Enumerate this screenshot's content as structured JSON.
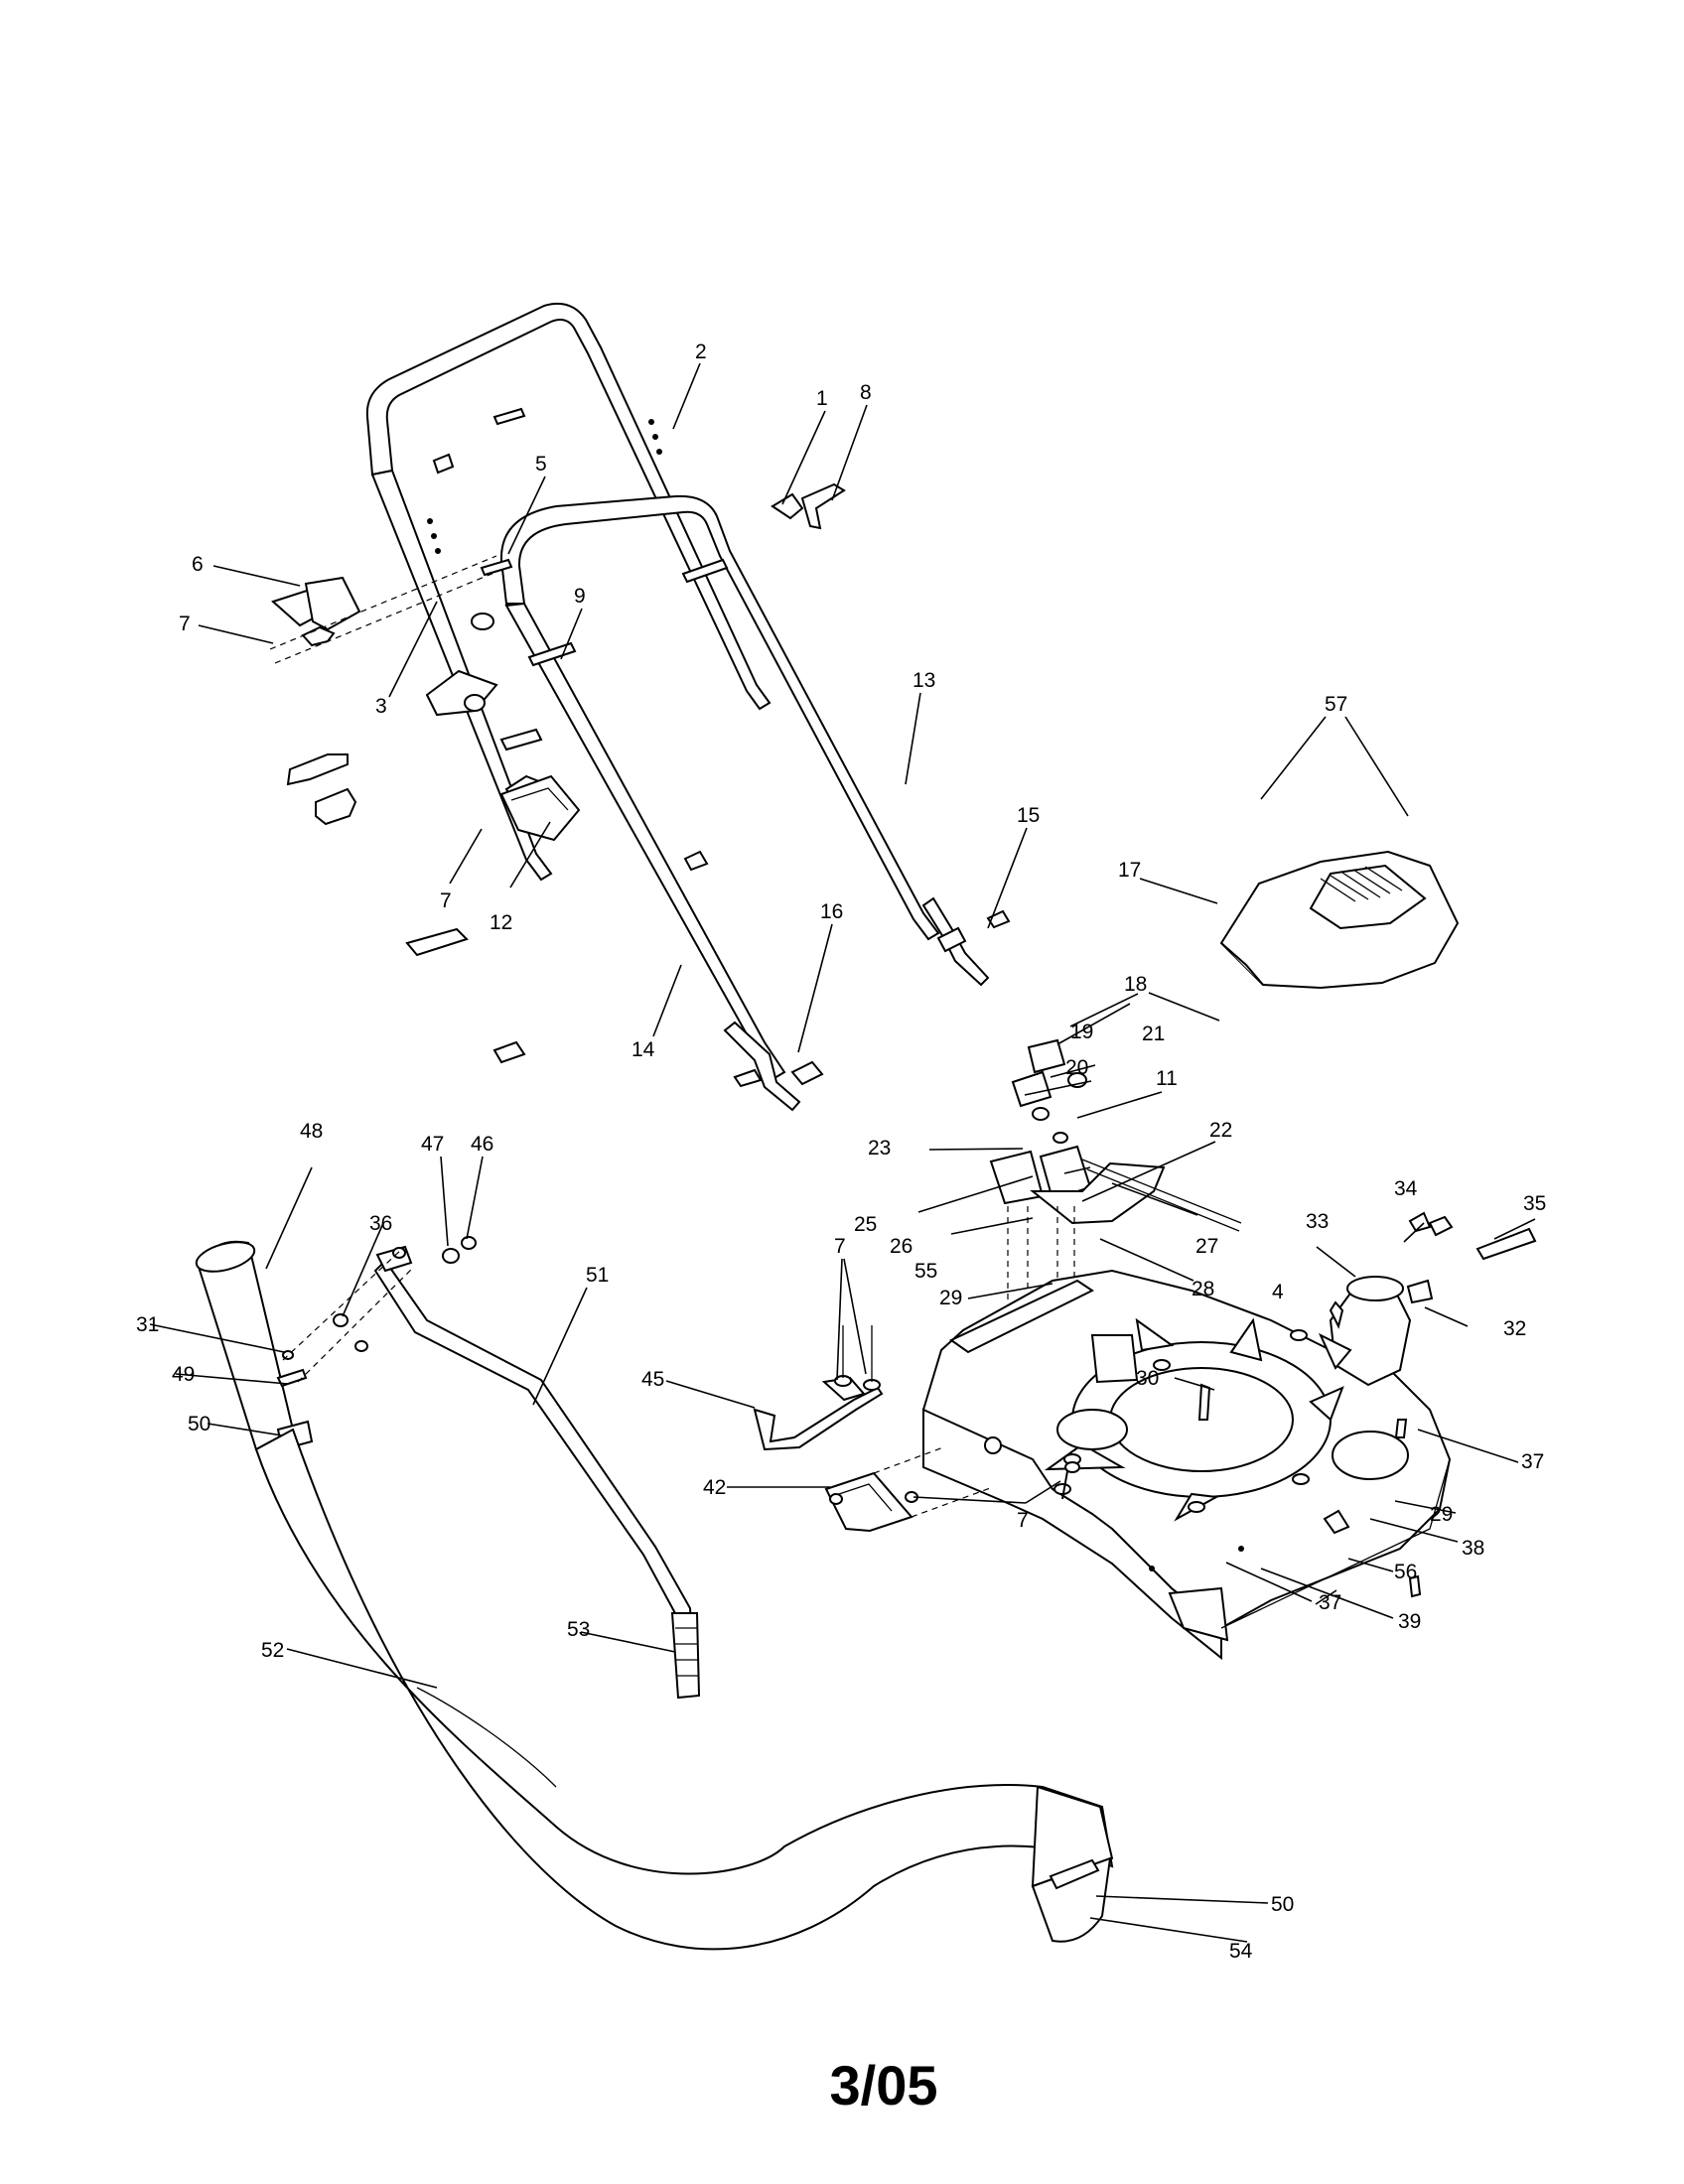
{
  "callouts": {
    "c1": "1",
    "c2": "2",
    "c3": "3",
    "c4": "4",
    "c5": "5",
    "c6": "6",
    "c7a": "7",
    "c7b": "7",
    "c7c": "7",
    "c7d": "7",
    "c8": "8",
    "c9": "9",
    "c11": "11",
    "c12": "12",
    "c13": "13",
    "c14": "14",
    "c15": "15",
    "c16": "16",
    "c17": "17",
    "c18": "18",
    "c19": "19",
    "c20": "20",
    "c21": "21",
    "c22": "22",
    "c23": "23",
    "c25": "25",
    "c26": "26",
    "c27": "27",
    "c28": "28",
    "c29a": "29",
    "c29b": "29",
    "c30": "30",
    "c31": "31",
    "c32": "32",
    "c33": "33",
    "c34": "34",
    "c35": "35",
    "c36": "36",
    "c37a": "37",
    "c37b": "37",
    "c38": "38",
    "c39": "39",
    "c42": "42",
    "c45": "45",
    "c46": "46",
    "c47": "47",
    "c48": "48",
    "c49": "49",
    "c50a": "50",
    "c50b": "50",
    "c51": "51",
    "c52": "52",
    "c53": "53",
    "c54": "54",
    "c55": "55",
    "c56": "56",
    "c57": "57"
  },
  "footer": {
    "date_code": "3/05"
  }
}
